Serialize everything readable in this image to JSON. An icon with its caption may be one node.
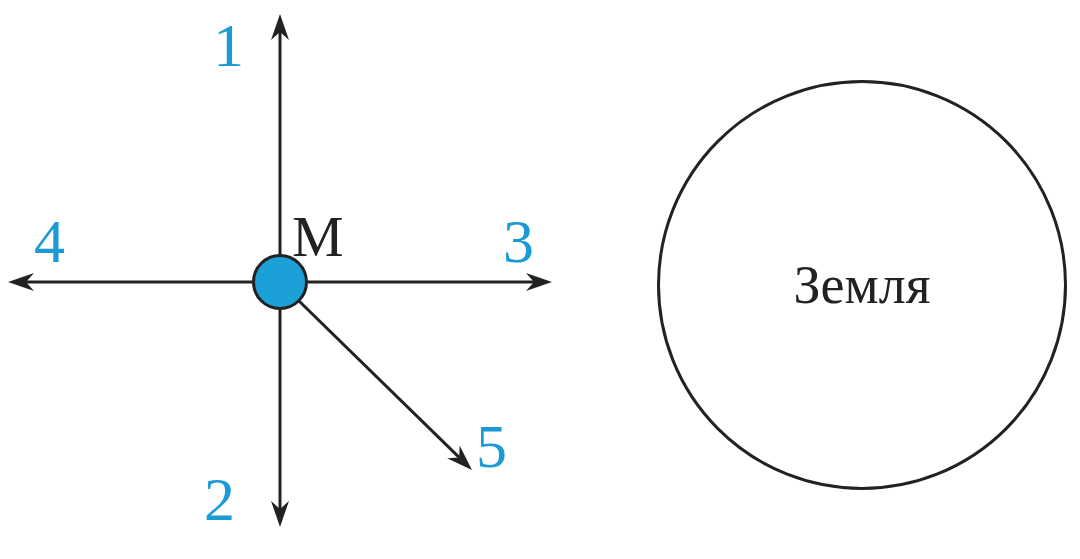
{
  "diagram": {
    "nodes": [
      {
        "text": [],
        "shape": "circle",
        "beside": [
          "M"
        ]
      },
      {
        "text": [
          "Земля"
        ]
      }
    ],
    "labels": [
      "1",
      "4",
      "3",
      "5",
      "2"
    ]
  }
}
